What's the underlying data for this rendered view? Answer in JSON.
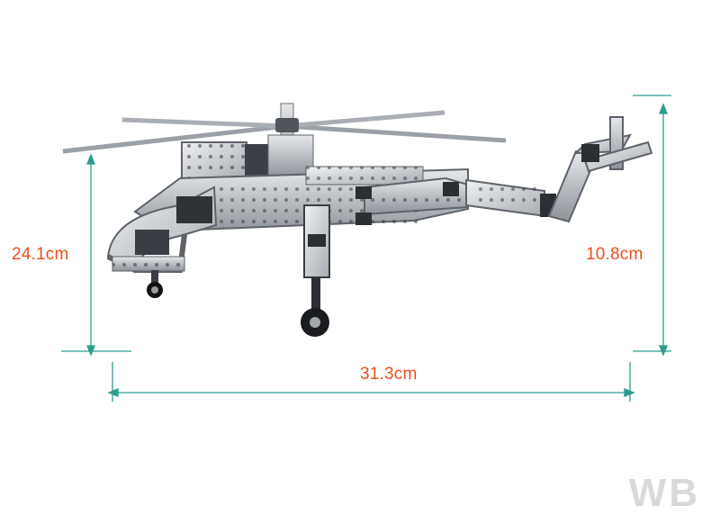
{
  "dimensions": {
    "height_left": "24.1cm",
    "height_right": "10.8cm",
    "width": "31.3cm"
  },
  "watermark": "WB",
  "colors": {
    "dimension_line": "#2a9d8f",
    "dimension_text": "#e8501e",
    "metal_light": "#c9ccd0",
    "metal_dark": "#5e636a",
    "bolt": "#2b2b2b",
    "watermark": "#d9d9d9"
  },
  "subject": "metal-construction-kit-skycrane-helicopter-icon"
}
